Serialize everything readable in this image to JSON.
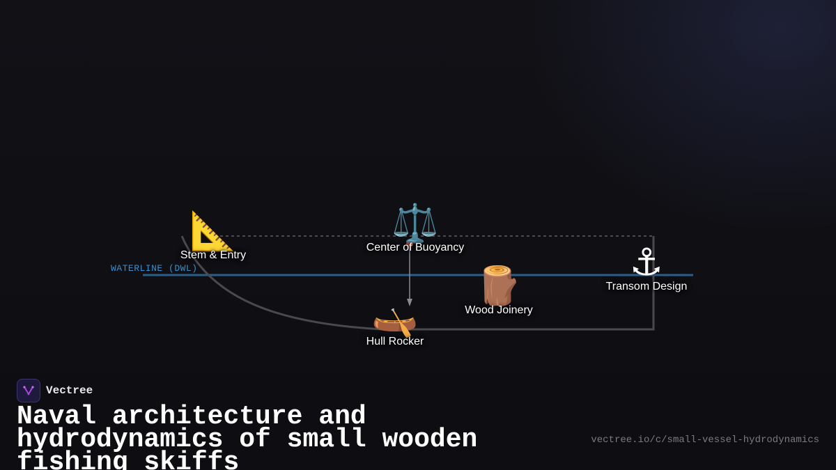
{
  "diagram": {
    "waterline_label": "WATERLINE (DWL)",
    "nodes": [
      {
        "id": "stem",
        "icon": "triangular-ruler-icon",
        "emoji": "📐",
        "label": "Stem & Entry"
      },
      {
        "id": "buoyancy",
        "icon": "balance-scale-icon",
        "emoji": "⚖️",
        "label": "Center of Buoyancy"
      },
      {
        "id": "transom",
        "icon": "anchor-icon",
        "emoji": "⚓",
        "label": "Transom Design"
      },
      {
        "id": "wood",
        "icon": "wood-log-icon",
        "emoji": "🪵",
        "label": "Wood Joinery"
      },
      {
        "id": "rocker",
        "icon": "canoe-icon",
        "emoji": "🛶",
        "label": "Hull Rocker"
      }
    ],
    "colors": {
      "waterline": "#2a5f8c",
      "hull": "#4a4a4e",
      "buoyancy_point": "#e0443c"
    }
  },
  "brand": {
    "name": "Vectree"
  },
  "title": "Naval architecture and hydrodynamics of small wooden fishing skiffs",
  "url": "vectree.io/c/small-vessel-hydrodynamics"
}
